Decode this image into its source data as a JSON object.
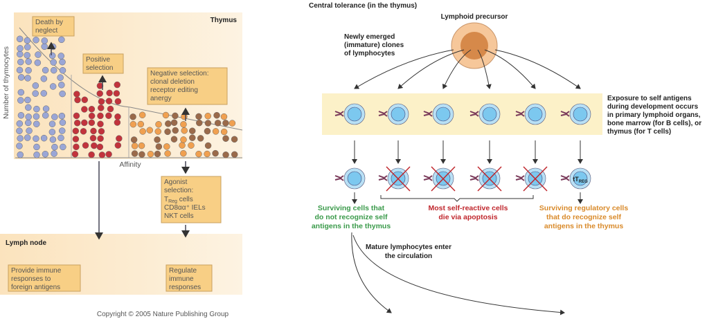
{
  "left": {
    "region_thymus": "Thymus",
    "y_axis_label": "Number of thymocytes",
    "x_axis_label": "Affinity",
    "death_box": [
      "Death by",
      "neglect"
    ],
    "positive_box": [
      "Positive",
      "selection"
    ],
    "negative_box": [
      "Negative selection:",
      "clonal deletion",
      "receptor editing",
      "anergy"
    ],
    "agonist_box": {
      "line1": "Agonist",
      "line2": "selection:",
      "treg_main": "T",
      "treg_sub": "Reg",
      "treg_rest": " cells",
      "line4": "CD8αα⁺ IELs",
      "line5": "NKT cells"
    },
    "region_lymph": "Lymph node",
    "provide_box": [
      "Provide immune",
      "responses to",
      "foreign antigens"
    ],
    "regulate_box": [
      "Regulate",
      "immune",
      "responses"
    ],
    "copyright": "Copyright © 2005 Nature Publishing Group",
    "colors": {
      "blue_cell": "#9aa6d6",
      "red_cell": "#c2333c",
      "orange_cell": "#f0a050",
      "brown_cell": "#9a6a4a",
      "panel": "#fbe6c4",
      "box": "#f8cf85"
    }
  },
  "right": {
    "title": "Central tolerance (in the thymus)",
    "precursor_label": "Lymphoid precursor",
    "newly_emerged": [
      "Newly emerged",
      "(immature) clones",
      "of lymphocytes"
    ],
    "exposure": [
      "Exposure to self antigens",
      "during development occurs",
      "in primary lymphoid organs,",
      "bone marrow (for B cells), or",
      "thymus (for T cells)"
    ],
    "treg_label_main": "tT",
    "treg_label_sub": "REG",
    "surviving": [
      "Surviving cells that",
      "do not recognize self",
      "antigens in the thymus"
    ],
    "self_reactive": [
      "Most self-reactive cells",
      "die via apoptosis"
    ],
    "regulatory": [
      "Surviving regulatory cells",
      "that do recognize self",
      "antigens in the thymus"
    ],
    "mature": [
      "Mature lymphocytes enter",
      "the circulation"
    ],
    "colors": {
      "green": "#3a9a4a",
      "red": "#c0272d",
      "orange": "#d98a2a",
      "cell": "#7cc8ef",
      "band": "#fcf1c8"
    }
  }
}
